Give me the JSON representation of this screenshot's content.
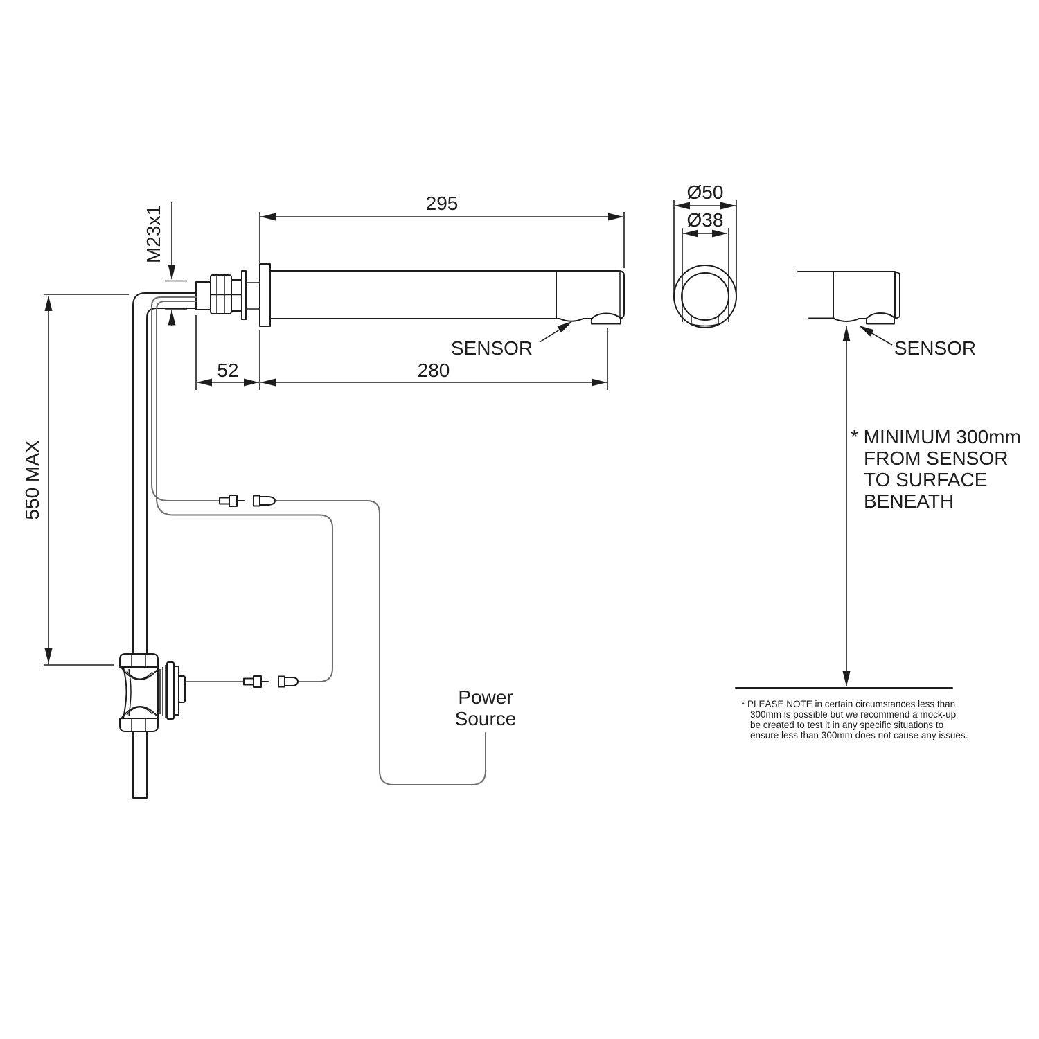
{
  "drawing": {
    "side_view": {
      "dim_overall_length": "295",
      "dim_wall_projection": "52",
      "dim_spout_length": "280",
      "dim_thread": "M23x1",
      "dim_inlet_height": "550 MAX",
      "sensor_label": "SENSOR"
    },
    "end_view": {
      "dim_outer_diameter": "Ø50",
      "dim_inner_diameter": "Ø38"
    },
    "detail_view": {
      "sensor_label": "SENSOR",
      "clearance_note": [
        "* MINIMUM 300mm",
        "FROM SENSOR",
        "TO SURFACE",
        "BENEATH"
      ]
    },
    "power_source": [
      "Power",
      "Source"
    ],
    "footnote": [
      "* PLEASE NOTE in certain circumstances less than",
      "300mm is possible but we recommend a mock-up",
      "be created to test it in any specific situations to",
      "ensure less than 300mm does not cause any issues."
    ],
    "line_color": "#1d1d1d",
    "cable_color": "#6e6e6e"
  }
}
